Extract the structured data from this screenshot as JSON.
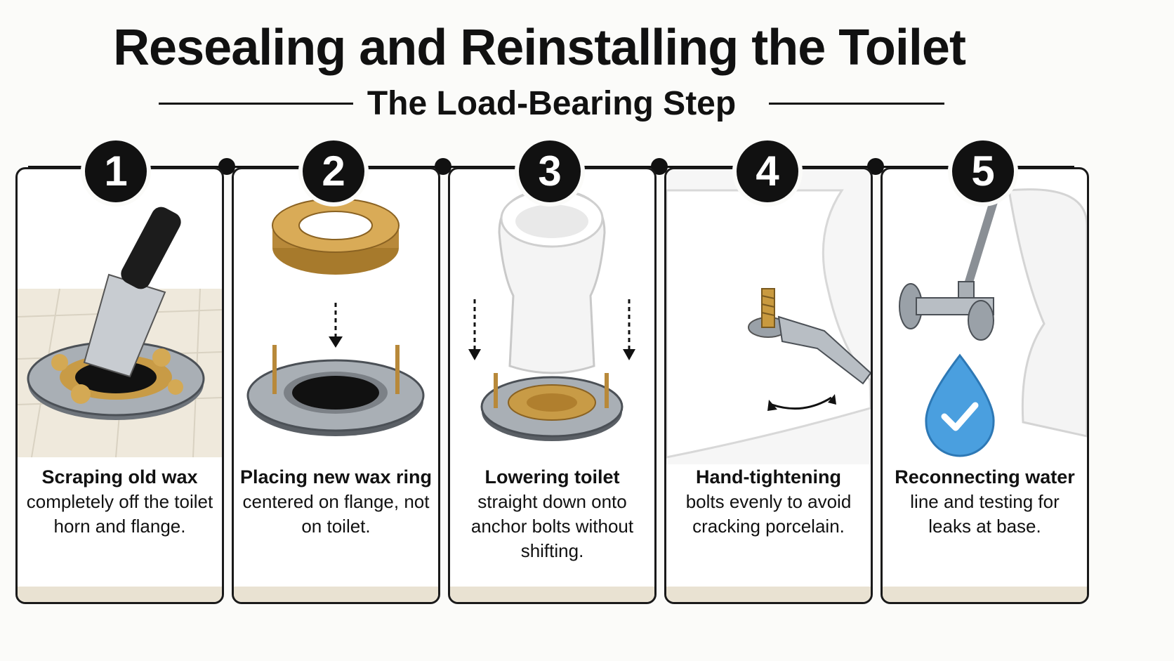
{
  "title": "Resealing and Reinstalling the Toilet",
  "subtitle": "The Load-Bearing Step",
  "steps": [
    {
      "number": "1",
      "heading": "Scraping old wax",
      "body": "completely off the toilet horn and flange.",
      "icon": "putty-knife-flange-icon"
    },
    {
      "number": "2",
      "heading": "Placing new wax ring",
      "body": "centered on flange, not on toilet.",
      "icon": "wax-ring-flange-icon"
    },
    {
      "number": "3",
      "heading": "Lowering toilet",
      "body": "straight down onto anchor bolts without shifting.",
      "icon": "toilet-lowering-icon"
    },
    {
      "number": "4",
      "heading": "Hand-tightening",
      "body": "bolts evenly to avoid cracking porcelain.",
      "icon": "wrench-bolt-icon"
    },
    {
      "number": "5",
      "heading": "Reconnecting water",
      "body": "line and testing for leaks at base.",
      "icon": "water-valve-check-icon"
    }
  ],
  "colors": {
    "ink": "#111111",
    "wax": "#c99a3f",
    "metal": "#9aa1a8",
    "water": "#4a9fdf",
    "porcelain": "#f4f4f4"
  }
}
